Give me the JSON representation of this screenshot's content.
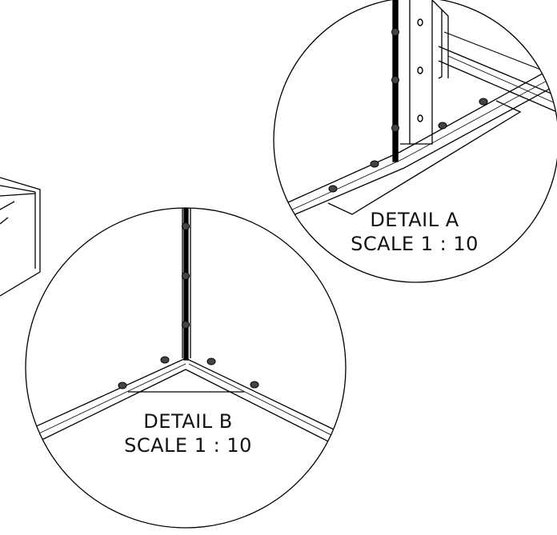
{
  "detail_a": {
    "title": "DETAIL A",
    "scale": "SCALE 1 : 10"
  },
  "detail_b": {
    "title": "DETAIL B",
    "scale": "SCALE 1 : 10"
  },
  "colors": {
    "line": "#000000",
    "background": "#ffffff"
  }
}
